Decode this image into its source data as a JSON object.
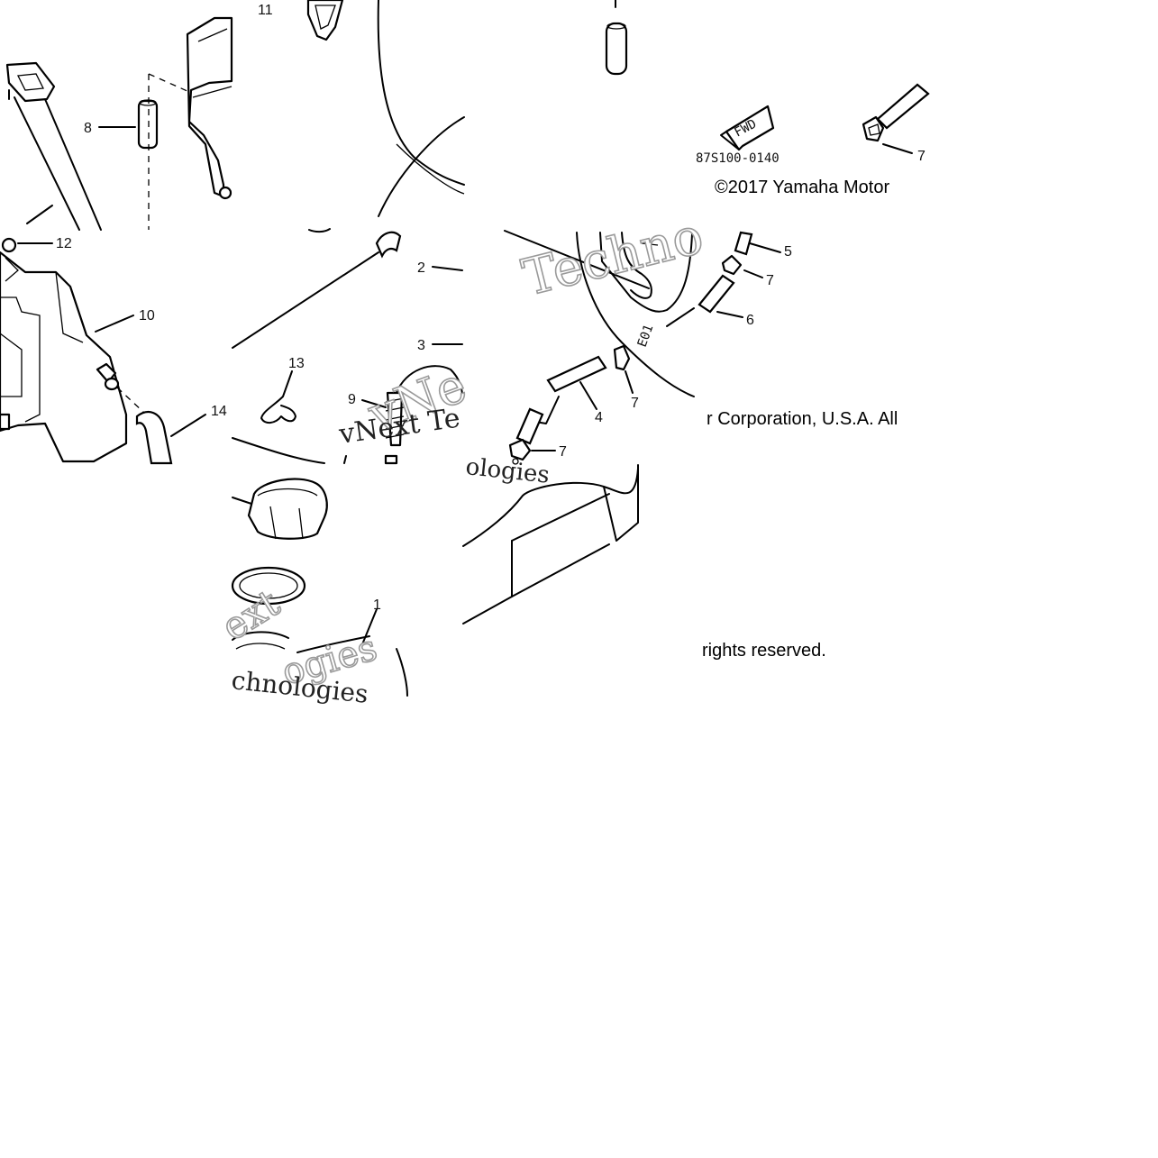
{
  "diagram": {
    "callouts": [
      {
        "id": "c1",
        "text": "1"
      },
      {
        "id": "c2",
        "text": "2"
      },
      {
        "id": "c3",
        "text": "3"
      },
      {
        "id": "c4",
        "text": "4"
      },
      {
        "id": "c5",
        "text": "5"
      },
      {
        "id": "c6",
        "text": "6"
      },
      {
        "id": "c7a",
        "text": "7"
      },
      {
        "id": "c7b",
        "text": "7"
      },
      {
        "id": "c7c",
        "text": "7"
      },
      {
        "id": "c7d",
        "text": "7"
      },
      {
        "id": "c8",
        "text": "8"
      },
      {
        "id": "c9",
        "text": "9"
      },
      {
        "id": "c10",
        "text": "10"
      },
      {
        "id": "c11",
        "text": "11"
      },
      {
        "id": "c12",
        "text": "12"
      },
      {
        "id": "c13",
        "text": "13"
      },
      {
        "id": "c14",
        "text": "14"
      }
    ],
    "fwd_label": "FWD",
    "drawing_code": "87S100-0140",
    "copyright": {
      "line1": "©2017 Yamaha Motor",
      "line2": "r Corporation, U.S.A. All",
      "line3": "rights reserved."
    },
    "watermarks": {
      "w1": "Techno",
      "w2": "vNext Te",
      "w3": "ologies",
      "w4": "chnologies",
      "w5": "ext",
      "w6": "ogies",
      "w7": "vNe"
    }
  }
}
